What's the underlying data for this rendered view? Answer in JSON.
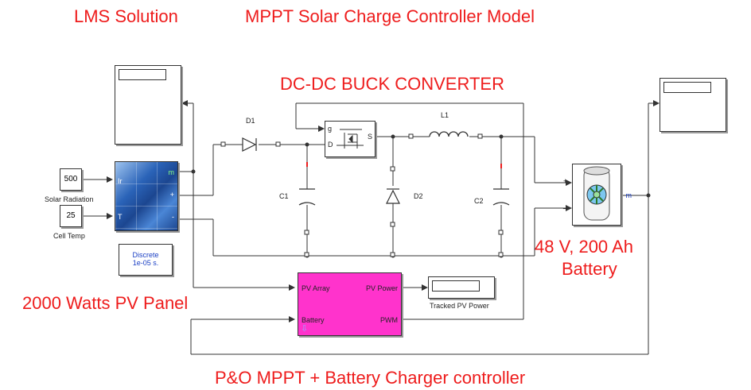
{
  "titles": {
    "company": "LMS Solution",
    "model": "MPPT Solar Charge Controller Model",
    "converter": "DC-DC BUCK CONVERTER",
    "pv_panel": "2000 Watts PV Panel",
    "battery_line1": "48 V, 200 Ah",
    "battery_line2": "Battery",
    "controller": "P&O MPPT + Battery Charger controller"
  },
  "blocks": {
    "solar_radiation_value": "500",
    "solar_radiation_label": "Solar Radiation",
    "cell_temp_value": "25",
    "cell_temp_label": "Cell Temp",
    "powergui_line1": "Discrete",
    "powergui_line2": "1e-05 s.",
    "pv_port_ir": "Ir",
    "pv_port_t": "T",
    "pv_port_m": "m",
    "pv_port_plus": "+",
    "pv_port_minus": "-",
    "mosfet_g": "g",
    "mosfet_d": "D",
    "mosfet_s": "S",
    "diode_d1": "D1",
    "inductor_l1": "L1",
    "cap_c1": "C1",
    "diode_d2": "D2",
    "cap_c2": "C2",
    "battery_plus": "+",
    "battery_minus": "_",
    "battery_m": "m",
    "controller_in_pv_array": "PV Array",
    "controller_in_battery": "Battery",
    "controller_out_pv_power": "PV Power",
    "controller_out_pwm": "PWM",
    "tracked_pv_power_label": "Tracked PV Power"
  },
  "colors": {
    "title_red": "#ee1c1c",
    "controller_magenta": "#ff33cc",
    "panel_blue": "#2a63b8",
    "wire": "#333333"
  }
}
